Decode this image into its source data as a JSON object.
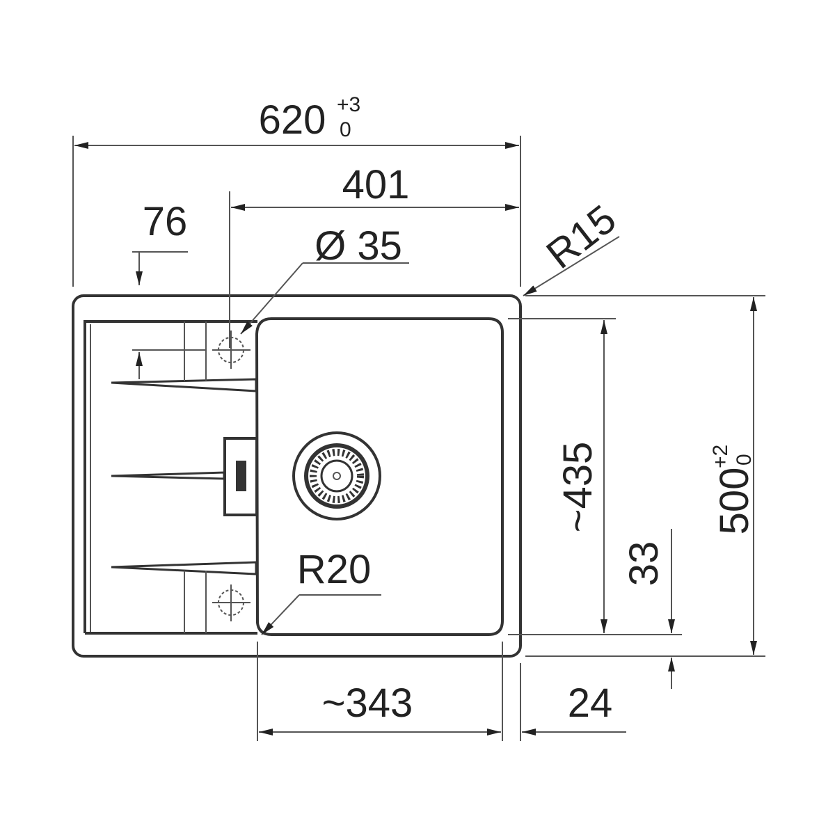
{
  "drawing": {
    "overall_width": {
      "value": "620",
      "tol_upper": "+3",
      "tol_lower": "0"
    },
    "bowl_offset_width": {
      "value": "401"
    },
    "tap_hole_offset": {
      "value": "76"
    },
    "tap_hole_diameter": {
      "value": "Ø 35"
    },
    "outer_radius": {
      "value": "R15"
    },
    "bowl_radius": {
      "value": "R20"
    },
    "bowl_length": {
      "value": "~435"
    },
    "bottom_margin": {
      "value": "33"
    },
    "overall_depth": {
      "value": "500",
      "tol_upper": "+2",
      "tol_lower": "0"
    },
    "bowl_width": {
      "value": "~343"
    },
    "side_margin": {
      "value": "24"
    }
  },
  "colors": {
    "line": "#333333",
    "background": "#ffffff"
  }
}
